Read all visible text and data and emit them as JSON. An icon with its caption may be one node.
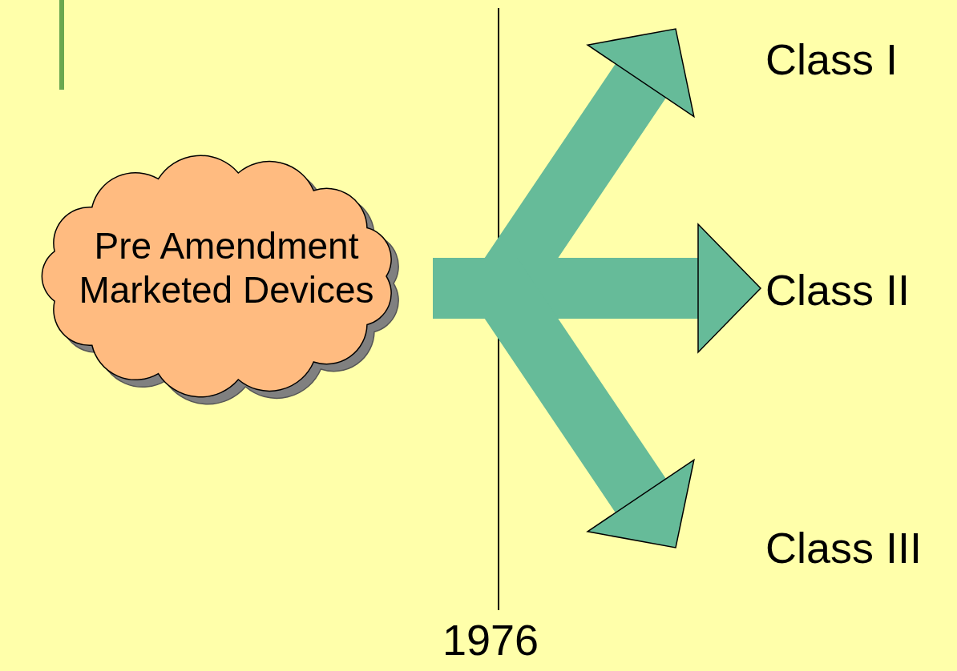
{
  "diagram": {
    "nodes": [
      {
        "text": [
          "Pre Amendment Marketed Devices"
        ]
      },
      {
        "text": [
          "Class I"
        ]
      },
      {
        "text": [
          "Class II"
        ]
      },
      {
        "text": [
          "Class III"
        ]
      }
    ],
    "edges": [
      {
        "from": 0,
        "to": 1,
        "arrow": "to"
      },
      {
        "from": 0,
        "to": 2,
        "arrow": "to"
      },
      {
        "from": 0,
        "to": 3,
        "arrow": "to"
      }
    ],
    "labels": [
      "1976"
    ]
  }
}
